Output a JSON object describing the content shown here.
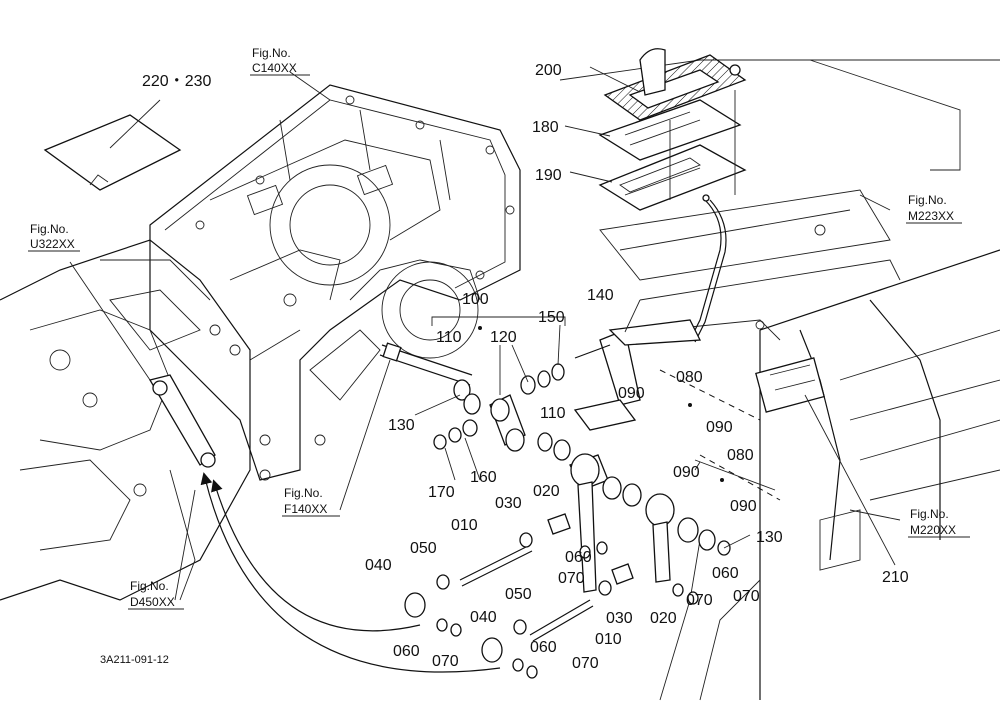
{
  "drawing_code": "3A211-091-12",
  "fig_refs": [
    {
      "id": "c140",
      "prefix": "Fig.No.",
      "code": "C140XX"
    },
    {
      "id": "u322",
      "prefix": "Fig.No.",
      "code": "U322XX"
    },
    {
      "id": "m223",
      "prefix": "Fig.No.",
      "code": "M223XX"
    },
    {
      "id": "f140",
      "prefix": "Fig.No.",
      "code": "F140XX"
    },
    {
      "id": "d450",
      "prefix": "Fig.No.",
      "code": "D450XX"
    },
    {
      "id": "m220",
      "prefix": "Fig.No.",
      "code": "M220XX"
    }
  ],
  "part_labels": [
    "220・230",
    "200",
    "180",
    "190",
    "100",
    "110",
    "120",
    "150",
    "140",
    "080",
    "090",
    "110",
    "130",
    "090",
    "160",
    "170",
    "080",
    "090",
    "090",
    "030",
    "020",
    "010",
    "130",
    "050",
    "040",
    "060",
    "070",
    "210",
    "060",
    "050",
    "070",
    "030",
    "020",
    "070",
    "040",
    "010",
    "060",
    "070",
    "060",
    "070"
  ]
}
